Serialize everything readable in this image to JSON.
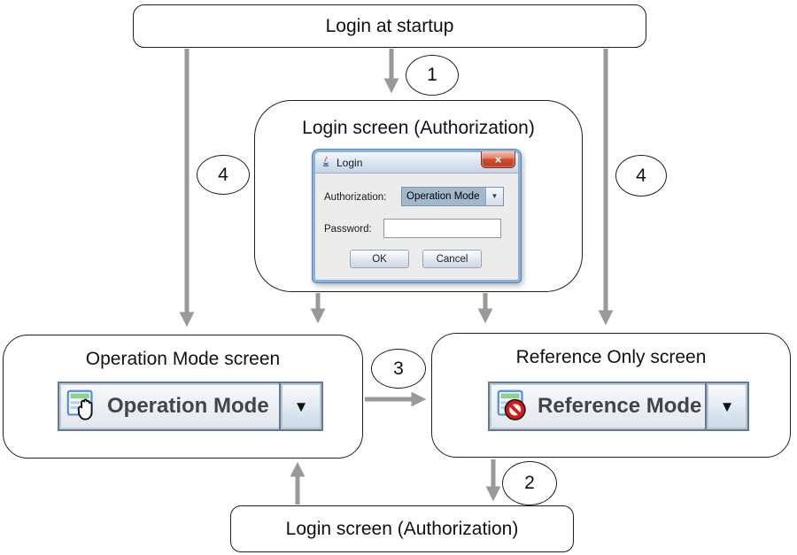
{
  "top_box": {
    "label": "Login at startup"
  },
  "login_screen_box": {
    "title": "Login screen (Authorization)"
  },
  "dialog": {
    "title": "Login",
    "authorization_label": "Authorization:",
    "authorization_value": "Operation Mode",
    "password_label": "Password:",
    "password_value": "",
    "ok_label": "OK",
    "cancel_label": "Cancel"
  },
  "operation_box": {
    "title": "Operation Mode screen",
    "combo_value": "Operation Mode"
  },
  "reference_box": {
    "title": "Reference Only screen",
    "combo_value": "Reference Mode"
  },
  "bottom_box": {
    "title": "Login screen (Authorization)"
  },
  "steps": {
    "s1": "1",
    "s2": "2",
    "s3": "3",
    "s4_left": "4",
    "s4_right": "4"
  },
  "icons": {
    "dropdown_arrow": "▼",
    "close": "×",
    "java_icon": "java-coffee-cup",
    "operation_icon": "window-with-hand-cursor",
    "reference_icon": "window-with-prohibition-sign"
  },
  "colors": {
    "arrow": "#999999",
    "box_border": "#1f1f1f",
    "dialog_border": "#8ab2da",
    "combo_selected_bg": "#a4b8cb",
    "close_button_red": "#ce5033"
  }
}
